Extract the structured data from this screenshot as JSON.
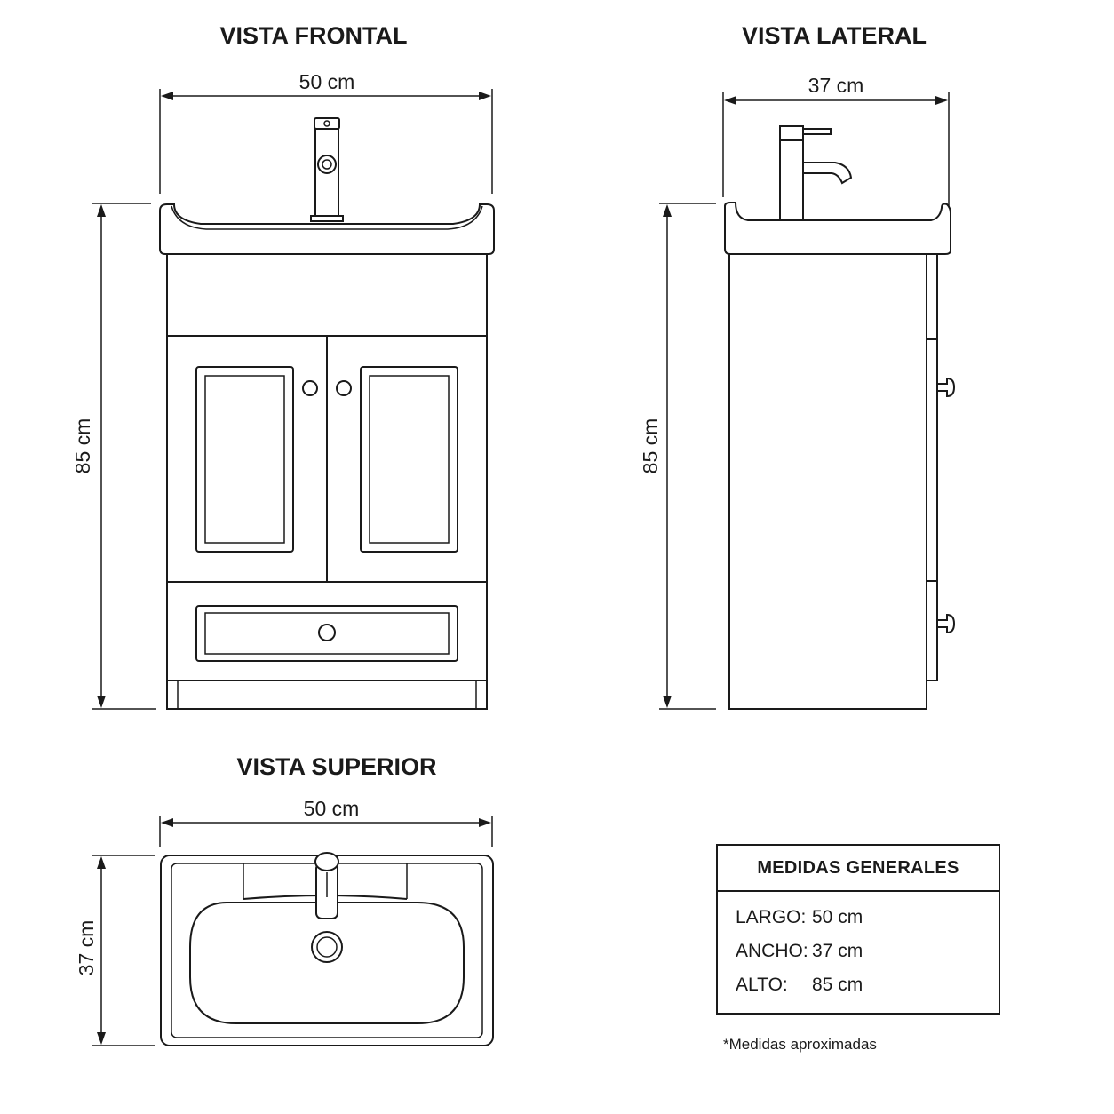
{
  "views": {
    "front": {
      "title": "VISTA FRONTAL",
      "width_label": "50 cm",
      "height_label": "85 cm"
    },
    "side": {
      "title": "VISTA LATERAL",
      "width_label": "37 cm",
      "height_label": "85 cm"
    },
    "top": {
      "title": "VISTA SUPERIOR",
      "width_label": "50 cm",
      "depth_label": "37 cm"
    }
  },
  "specs": {
    "title": "MEDIDAS GENERALES",
    "rows": [
      {
        "label": "LARGO:",
        "value": "50 cm"
      },
      {
        "label": "ANCHO:",
        "value": "37 cm"
      },
      {
        "label": "ALTO:",
        "value": "85 cm"
      }
    ]
  },
  "note": "*Medidas aproximadas"
}
